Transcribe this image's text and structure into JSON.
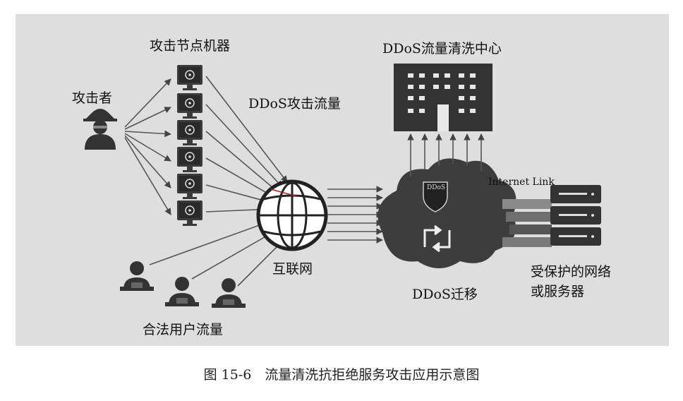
{
  "diagram": {
    "attack_nodes_label": "攻击节点机器",
    "attacker_label": "攻击者",
    "attack_traffic_label": "DDoS攻击流量",
    "scrubbing_center_label": "DDoS流量清洗中心",
    "internet_label": "互联网",
    "legit_traffic_label": "合法用户流量",
    "migration_label": "DDoS迁移",
    "shield_text": "DDoS",
    "internet_link_label": "Internet Link",
    "protected_label_line1": "受保护的网络",
    "protected_label_line2": "或服务器"
  },
  "caption": "图 15-6　流量清洗抗拒绝服务攻击应用示意图"
}
